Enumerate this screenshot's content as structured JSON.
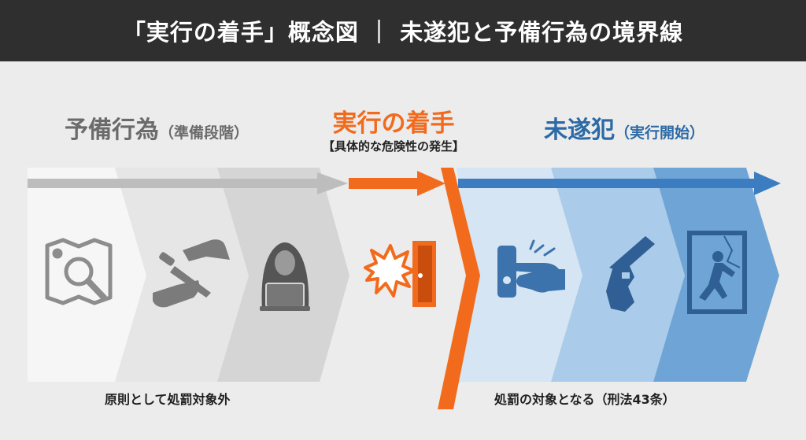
{
  "header": {
    "title": "「実行の着手」概念図 ｜ 未遂犯と予備行為の境界線"
  },
  "phases": {
    "preparation": {
      "label": "予備行為",
      "sub": "（準備段階）",
      "color": "#6b6b6b"
    },
    "onset": {
      "label": "実行の着手",
      "sub": "【具体的な危険性の発生】",
      "color": "#f26b1d"
    },
    "attempt": {
      "label": "未遂犯",
      "sub": "（実行開始）",
      "color": "#2c6aa5"
    }
  },
  "captions": {
    "left": "原則として処罰対象外",
    "right": "処罰の対象となる（刑法43条）"
  },
  "icons": {
    "preparation": [
      "map-search-icon",
      "handover-knife-icon",
      "hooded-hacker-icon"
    ],
    "onset": [
      "door-break-icon"
    ],
    "attempt": [
      "door-handle-grab-icon",
      "pistol-icon",
      "window-break-in-icon"
    ]
  }
}
